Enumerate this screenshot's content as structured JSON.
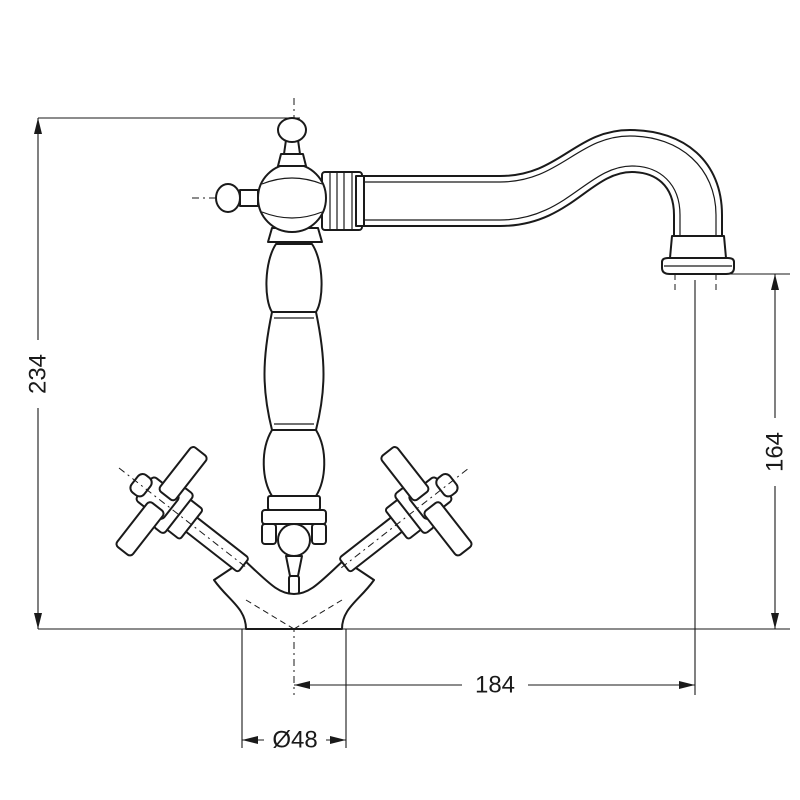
{
  "dimensions": {
    "total_height": "234",
    "spout_height": "164",
    "spout_reach": "184",
    "base_diameter": "Ø48"
  }
}
